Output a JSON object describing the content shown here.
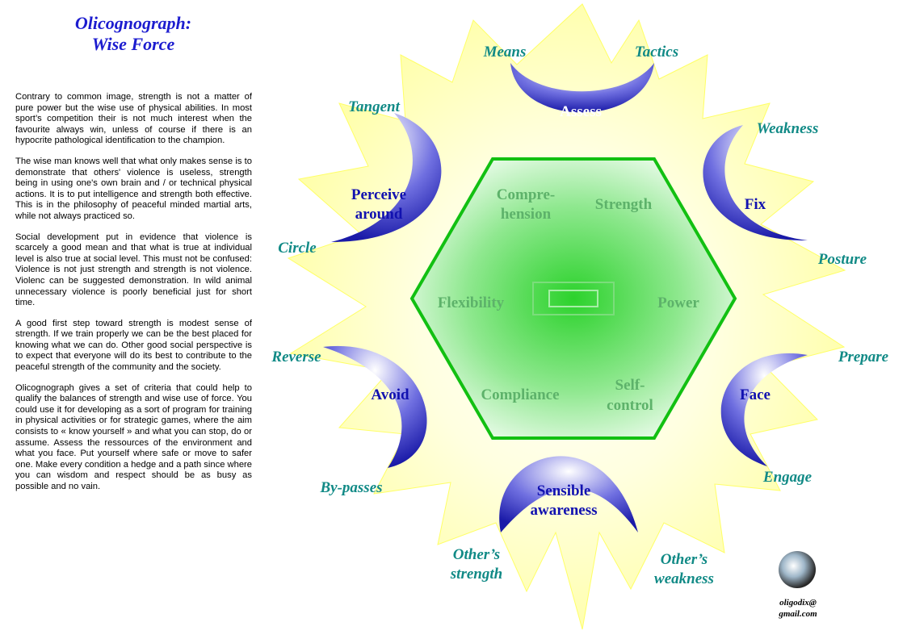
{
  "title": {
    "line1": "Olicognograph:",
    "line2": "Wise Force"
  },
  "paragraphs": [
    "Contrary to common image, strength is not a matter of pure power but the wise use of physical abilities. In most sport’s competition their is not much interest when the favourite always win, unless of course if there is an hypocrite  pathological identification to the champion.",
    "The wise man knows well that what only makes sense is to demonstrate that others' violence is useless, strength being in using one's own brain and / or technical physical actions. It is to put intelligence and strength both effective. This is in the philosophy of peaceful minded martial arts, while not always practiced so.",
    "Social development put in evidence that violence is scarcely a good mean and that what is true at individual level is also true at social level. This must not be confused: Violence is not just strength and strength is not violence. Violenc can be suggested demonstration. In wild animal unnecessary violence is poorly beneficial just for short time.",
    "A good first step toward strength is modest sense of strength.  If we train properly we can be the best placed for knowing what we can do. Other good social perspective is to expect that everyone will do its best to contribute to the peaceful strength of the community and the society.",
    "Olicognograph gives a set of criteria that could help to qualify the balances of strength and wise use of force. You could use it for developing as a sort of program for training in physical activities or for strategic games, where the aim consists to « know yourself » and what you can stop, do or assume. Assess the ressources of the environment and what you face. Put yourself where safe or move to safer one. Make every condition a hedge and a path since where you can wisdom and respect should be as busy as possible and no vain."
  ],
  "outer_labels": {
    "means": "Means",
    "tactics": "Tactics",
    "tangent": "Tangent",
    "weakness": "Weakness",
    "circle": "Circle",
    "posture": "Posture",
    "reverse": "Reverse",
    "prepare": "Prepare",
    "by_passes": "By-passes",
    "engage": "Engage",
    "others_strength_1": "Other’s",
    "others_strength_2": "strength",
    "others_weakness_1": "Other’s",
    "others_weakness_2": "weakness"
  },
  "inner_labels": {
    "assess": "Assess",
    "perceive_1": "Perceive",
    "perceive_2": "around",
    "fix": "Fix",
    "avoid": "Avoid",
    "face": "Face",
    "sensible_1": "Sensible",
    "sensible_2": "awareness"
  },
  "hex_labels": {
    "comprehension_1": "Compre-",
    "comprehension_2": "hension",
    "strength": "Strength",
    "flexibility": "Flexibility",
    "power": "Power",
    "compliance": "Compliance",
    "self_control_1": "Self-",
    "self_control_2": "control"
  },
  "contact": {
    "line1": "oligodix@",
    "line2": "gmail.com"
  },
  "colors": {
    "title": "#1c1ccf",
    "outer_label": "#118a86",
    "star_fill": "#ffffaa",
    "crescent_dark": "#1a1aa8",
    "hexagon_border": "#12c012",
    "hexagon_fill": "#c8f5c8"
  }
}
